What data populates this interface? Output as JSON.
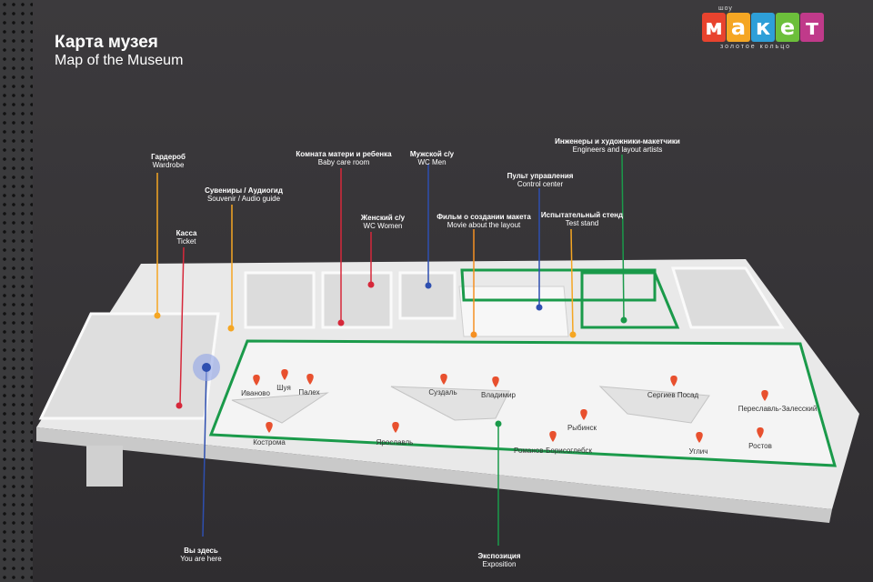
{
  "header": {
    "title_ru": "Карта музея",
    "title_en": "Map of the Museum"
  },
  "logo": {
    "top": "шоу",
    "letters": [
      "м",
      "а",
      "к",
      "е",
      "т"
    ],
    "colors": [
      "#e8432e",
      "#f5a623",
      "#2e9fd8",
      "#6cbf3b",
      "#c03a8a"
    ],
    "sub": "золотое кольцо"
  },
  "colors": {
    "board": "#363437",
    "floor": "#f0f0f0",
    "wall": "#d6d6d6",
    "exposition": "#1a9a4a",
    "pin": "#e8502e"
  },
  "labels": {
    "wardrobe": {
      "ru": "Гардероб",
      "en": "Wardrobe",
      "color": "#f5a623"
    },
    "souvenir": {
      "ru": "Сувениры / Аудиогид",
      "en": "Souvenir / Audio guide",
      "color": "#f5a623"
    },
    "ticket": {
      "ru": "Касса",
      "en": "Ticket",
      "color": "#d6283a"
    },
    "baby_care": {
      "ru": "Комната матери и ребенка",
      "en": "Baby care room",
      "color": "#d6283a"
    },
    "wc_women": {
      "ru": "Женский с/у",
      "en": "WC Women",
      "color": "#d6283a"
    },
    "wc_men": {
      "ru": "Мужской с/у",
      "en": "WC Men",
      "color": "#2e4fb0"
    },
    "movie": {
      "ru": "Фильм о создании макета",
      "en": "Movie about the layout",
      "color": "#f59023"
    },
    "control": {
      "ru": "Пульт управления",
      "en": "Control center",
      "color": "#2e4fb0"
    },
    "test_stand": {
      "ru": "Испытательный стенд",
      "en": "Test stand",
      "color": "#f5a623"
    },
    "engineers": {
      "ru": "Инженеры и художники-макетчики",
      "en": "Engineers and layout artists",
      "color": "#1a9a4a"
    },
    "you_are_here": {
      "ru": "Вы здесь",
      "en": "You are here",
      "color": "#2e4fb0"
    },
    "exposition": {
      "ru": "Экспозиция",
      "en": "Exposition",
      "color": "#1a9a4a"
    }
  },
  "cities": [
    "Иваново",
    "Шуя",
    "Палех",
    "Суздаль",
    "Владимир",
    "Сергиев Посад",
    "Переславль-Залесский",
    "Кострома",
    "Ярославль",
    "Рыбинск",
    "Романов-Борисоглебск",
    "Углич",
    "Ростов"
  ]
}
